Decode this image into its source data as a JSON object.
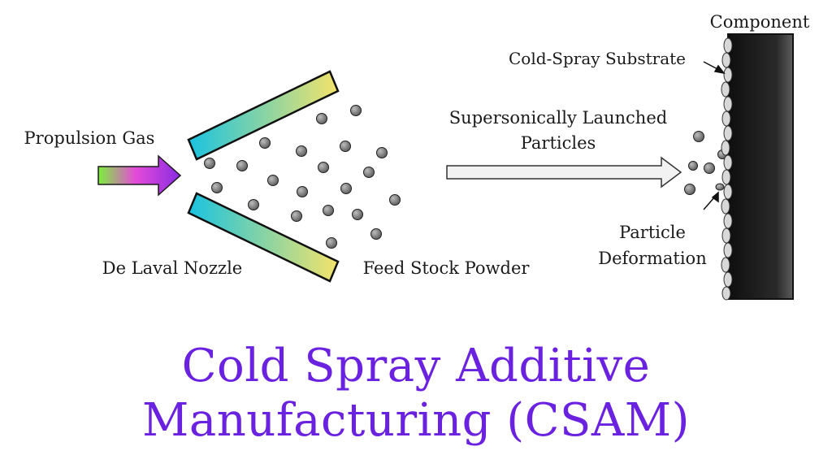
{
  "labels": {
    "component": "Component",
    "substrate": "Cold-Spray Substrate",
    "launched_line1": "Supersonically Launched",
    "launched_line2": "Particles",
    "propulsion": "Propulsion Gas",
    "nozzle": "De Laval Nozzle",
    "feedstock": "Feed Stock Powder",
    "deformation_line1": "Particle",
    "deformation_line2": "Deformation"
  },
  "title": {
    "line1": "Cold Spray Additive",
    "line2": "Manufacturing (CSAM)"
  },
  "colors": {
    "title": "#6a22e0",
    "particle": "#7a7a7a",
    "component_dark": "#1c1c1c",
    "component_light": "#5c5c5c",
    "nozzle_cyan": "#19c3e0",
    "nozzle_yellow": "#f4e36a",
    "arrow_green": "#7cf03a",
    "arrow_magenta": "#e54bd8",
    "arrow_violet": "#8a2be2"
  }
}
